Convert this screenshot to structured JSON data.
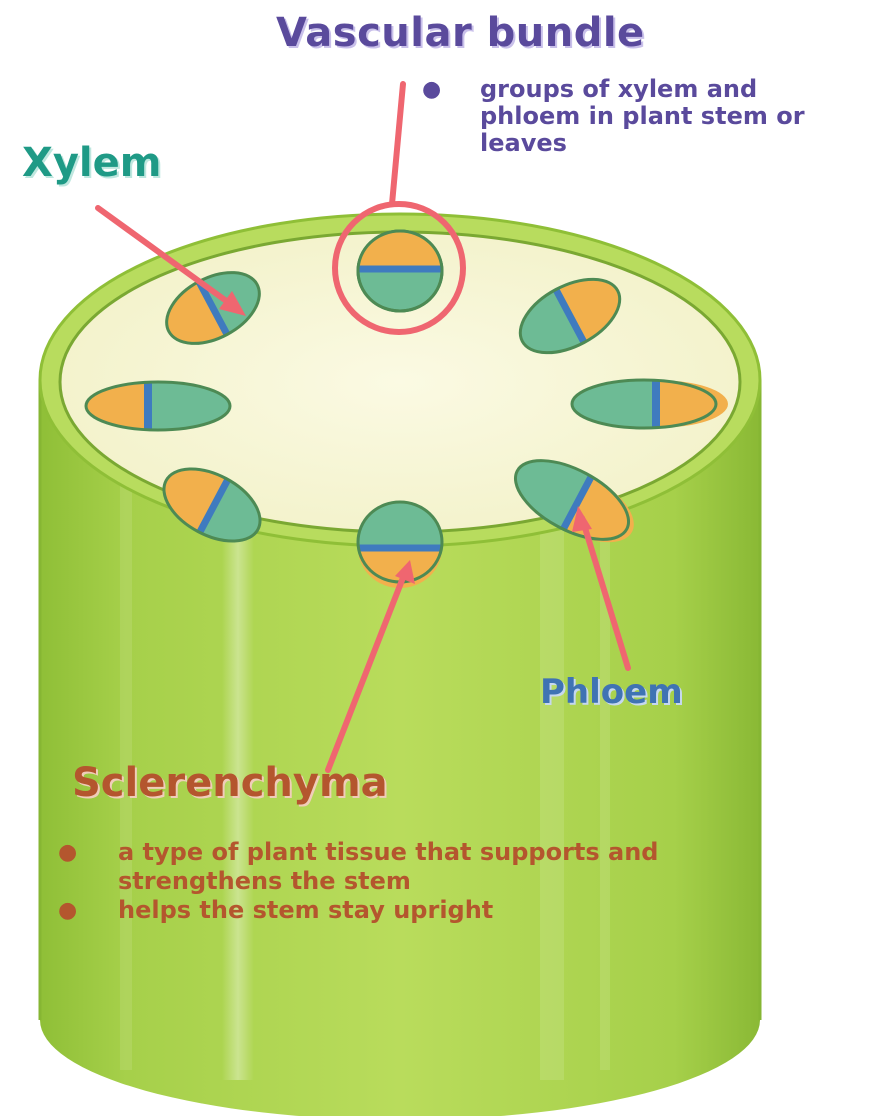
{
  "labels": {
    "vascular_bundle": "Vascular bundle",
    "xylem": "Xylem",
    "phloem": "Phloem",
    "sclerenchyma": "Sclerenchyma"
  },
  "vascular_bundle_notes": [
    "groups of xylem and phloem in plant stem or leaves"
  ],
  "sclerenchyma_notes": [
    "a type of plant tissue that supports and strengthens the stem",
    "helps the stem stay upright"
  ],
  "colors": {
    "stem_green": "#a6d04a",
    "cross_section": "#f8f6d4",
    "xylem_tissue": "#6dbb95",
    "phloem_tissue": "#f2b04c",
    "cambium_band": "#3f7bbf",
    "pointer": "#ef6670",
    "vascular_label": "#5a4a9c",
    "xylem_label": "#1f9a86",
    "phloem_label": "#3f73b3",
    "sclerenchyma_label": "#b4562e"
  }
}
